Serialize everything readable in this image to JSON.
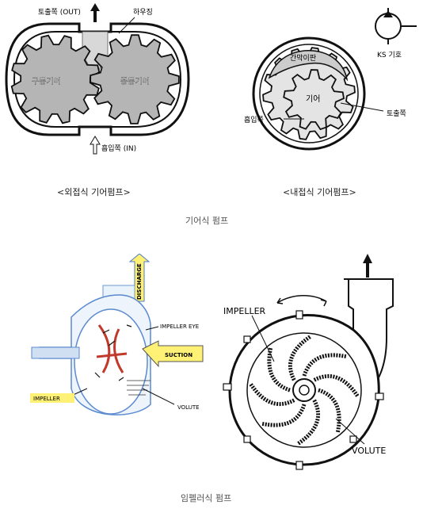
{
  "gear_pump": {
    "external": {
      "label_out": "토출쪽 (OUT)",
      "label_housing": "하우징",
      "label_drive": "구동기어",
      "label_driven": "종동기어",
      "label_in": "흡입쪽 (IN)",
      "caption": "<외접식 기어펌프>"
    },
    "internal": {
      "label_ks": "KS 기호",
      "label_crescent": "간막이판",
      "label_gear": "기어",
      "label_suction": "흡입쪽",
      "label_discharge": "토출쪽",
      "caption": "<내접식 기어펌프>"
    },
    "section_caption": "기어식 펌프"
  },
  "impeller_pump": {
    "cutaway": {
      "label_discharge": "DISCHARGE",
      "label_impeller_eye": "IMPELLER EYE",
      "label_suction": "SUCTION",
      "label_impeller": "IMPELLER",
      "label_volute": "VOLUTE"
    },
    "section": {
      "label_impeller": "IMPELLER",
      "label_volute": "VOLUTE"
    },
    "section_caption": "임펠러식 펌프"
  }
}
